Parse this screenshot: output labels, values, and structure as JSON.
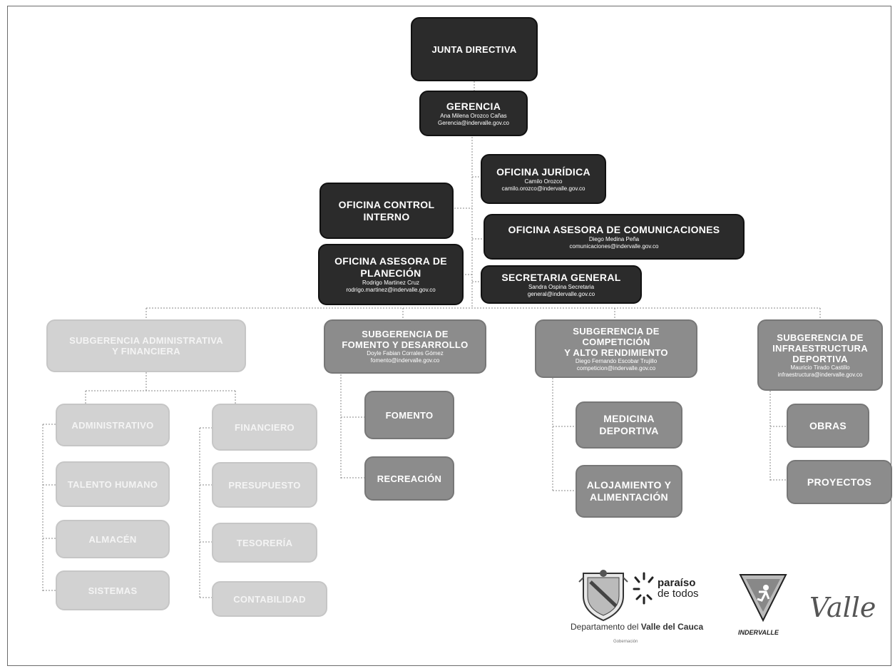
{
  "top": {
    "junta": {
      "title": "JUNTA DIRECTIVA"
    },
    "gerencia": {
      "title": "GERENCIA",
      "name": "Ana Milena Orozco Cañas",
      "email": "Gerencia@indervalle.gov.co"
    }
  },
  "offices": {
    "juridica": {
      "title": "OFICINA JURÍDICA",
      "name": "Camilo Orozco",
      "email": "camilo.orozco@indervalle.gov.co"
    },
    "control": {
      "title1": "OFICINA CONTROL",
      "title2": "INTERNO"
    },
    "comunicaciones": {
      "title": "OFICINA ASESORA DE  COMUNICACIONES",
      "name": "Diego Medina Peña",
      "email": "comunicaciones@indervalle.gov.co"
    },
    "planeacion": {
      "title1": "OFICINA ASESORA DE",
      "title2": "PLANECIÓN",
      "name": "Rodrigo Martinez Cruz",
      "email": "rodrigo.martinez@indervalle.gov.co"
    },
    "secretaria": {
      "title": "SECRETARIA GENERAL",
      "name": "Sandra Ospina Secretaria",
      "email": "general@indervalle.gov.co"
    }
  },
  "subgerencias": {
    "admin": {
      "title1": "SUBGERENCIA ADMINISTRATIVA",
      "title2": "Y FINANCIERA"
    },
    "fomento": {
      "title1": "SUBGERENCIA DE",
      "title2": "FOMENTO  Y DESARROLLO",
      "name": "Doyle Fabian Corrales Gómez",
      "email": "fomento@indervalle.gov.co"
    },
    "competicion": {
      "title1": "SUBGERENCIA DE COMPETICIÓN",
      "title2": "Y ALTO RENDIMIENTO",
      "name": "Diego Fernando Escobar Trujillo",
      "email": "competicion@indervalle.gov.co"
    },
    "infra": {
      "title1": "SUBGERENCIA DE",
      "title2": "INFRAESTRUCTURA",
      "title3": "DEPORTIVA",
      "name": "Mauricio Tirado Castillo",
      "email": "infraestructura@indervalle.gov.co"
    }
  },
  "units": {
    "administrativo": "ADMINISTRATIVO",
    "talento": "TALENTO HUMANO",
    "almacen": "ALMACÉN",
    "sistemas": "SISTEMAS",
    "financiero": "FINANCIERO",
    "presupuesto": "PRESUPUESTO",
    "tesoreria": "TESORERÍA",
    "contabilidad": "CONTABILIDAD",
    "fomento": "FOMENTO",
    "recreacion": "RECREACIÓN",
    "medicina1": "MEDICINA",
    "medicina2": "DEPORTIVA",
    "alojamiento1": "ALOJAMIENTO Y",
    "alojamiento2": "ALIMENTACIÓN",
    "obras": "OBRAS",
    "proyectos": "PROYECTOS"
  },
  "logos": {
    "paraiso1": "paraíso",
    "paraiso2": "de todos",
    "dept_prefix": "Departamento del ",
    "dept_bold": "Valle del Cauca",
    "dept_small": "Gobernación",
    "indervalle": "INDERVALLE",
    "valle": "Valle"
  },
  "colors": {
    "dark": "#2b2b2b",
    "mid": "#8c8c8c",
    "light": "#d2d2d2",
    "line": "#888888"
  }
}
